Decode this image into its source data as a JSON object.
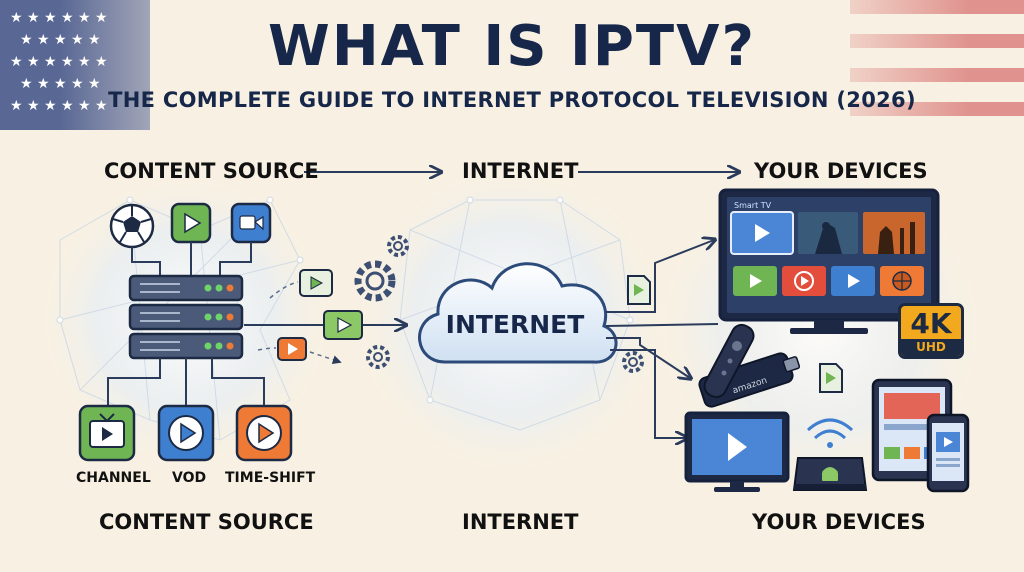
{
  "title": "WHAT IS IPTV?",
  "subtitle": "THE COMPLETE  GUIDE TO INTERNET PROTOCOL TELEVISION (2026)",
  "flow_top": {
    "source": "CONTENT SOURCE",
    "internet": "INTERNET",
    "devices": "YOUR DEVICES"
  },
  "flow_bottom": {
    "source": "CONTENT SOURCE",
    "internet": "INTERNET",
    "devices": "YOUR DEVICES"
  },
  "cloud_label": "INTERNET",
  "services": [
    "CHANNEL",
    "VOD",
    "TIME-SHIFT"
  ],
  "smart_tv_label": "Smart TV",
  "badge": {
    "main": "4K",
    "sub": "UHD"
  },
  "stick_brand": "amazon",
  "colors": {
    "navy": "#17274a",
    "background": "#f8f1e3",
    "green": "#6fb554",
    "blue": "#3f7fd0",
    "orange": "#ee7a35",
    "arrow": "#2a3b5c"
  }
}
